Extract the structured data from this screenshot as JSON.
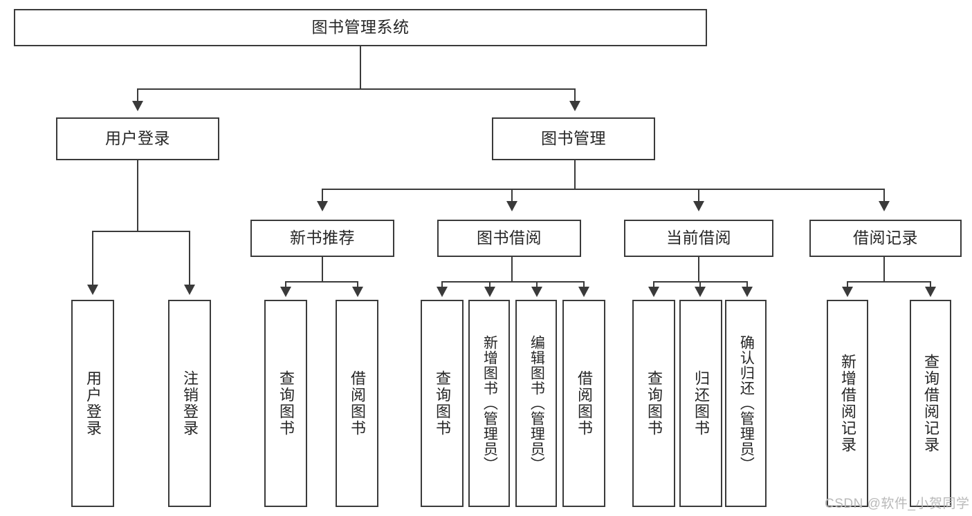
{
  "diagram": {
    "type": "tree-hierarchy-functional-decomposition",
    "root": {
      "id": "root",
      "label": "图书管理系统"
    },
    "level2": [
      {
        "id": "user-login",
        "label": "用户登录"
      },
      {
        "id": "book-management",
        "label": "图书管理"
      }
    ],
    "level3": [
      {
        "id": "new-book-recommend",
        "label": "新书推荐"
      },
      {
        "id": "book-borrow",
        "label": "图书借阅"
      },
      {
        "id": "current-borrow",
        "label": "当前借阅"
      },
      {
        "id": "borrow-record",
        "label": "借阅记录"
      }
    ],
    "leaves": {
      "user_login": [
        {
          "id": "leaf-user-login",
          "label": "用户登录"
        },
        {
          "id": "leaf-logout-login",
          "label": "注销登录"
        }
      ],
      "new_book_recommend": [
        {
          "id": "leaf-query-book-1",
          "label": "查询图书"
        },
        {
          "id": "leaf-borrow-book-1",
          "label": "借阅图书"
        }
      ],
      "book_borrow": [
        {
          "id": "leaf-query-book-2",
          "label": "查询图书"
        },
        {
          "id": "leaf-add-book",
          "label": "新增图书（管理员）"
        },
        {
          "id": "leaf-edit-book",
          "label": "编辑图书（管理员）"
        },
        {
          "id": "leaf-borrow-book-2",
          "label": "借阅图书"
        }
      ],
      "current_borrow": [
        {
          "id": "leaf-query-book-3",
          "label": "查询图书"
        },
        {
          "id": "leaf-return-book",
          "label": "归还图书"
        },
        {
          "id": "leaf-confirm-return",
          "label": "确认归还（管理员）"
        }
      ],
      "borrow_record": [
        {
          "id": "leaf-add-record",
          "label": "新增借阅记录"
        },
        {
          "id": "leaf-query-record",
          "label": "查询借阅记录"
        }
      ]
    }
  },
  "watermark": {
    "text": "CSDN @软件_小贺同学"
  },
  "colors": {
    "stroke": "#3a3a3a",
    "text": "#262626",
    "background": "#ffffff",
    "watermark": "#b9b9b9"
  }
}
